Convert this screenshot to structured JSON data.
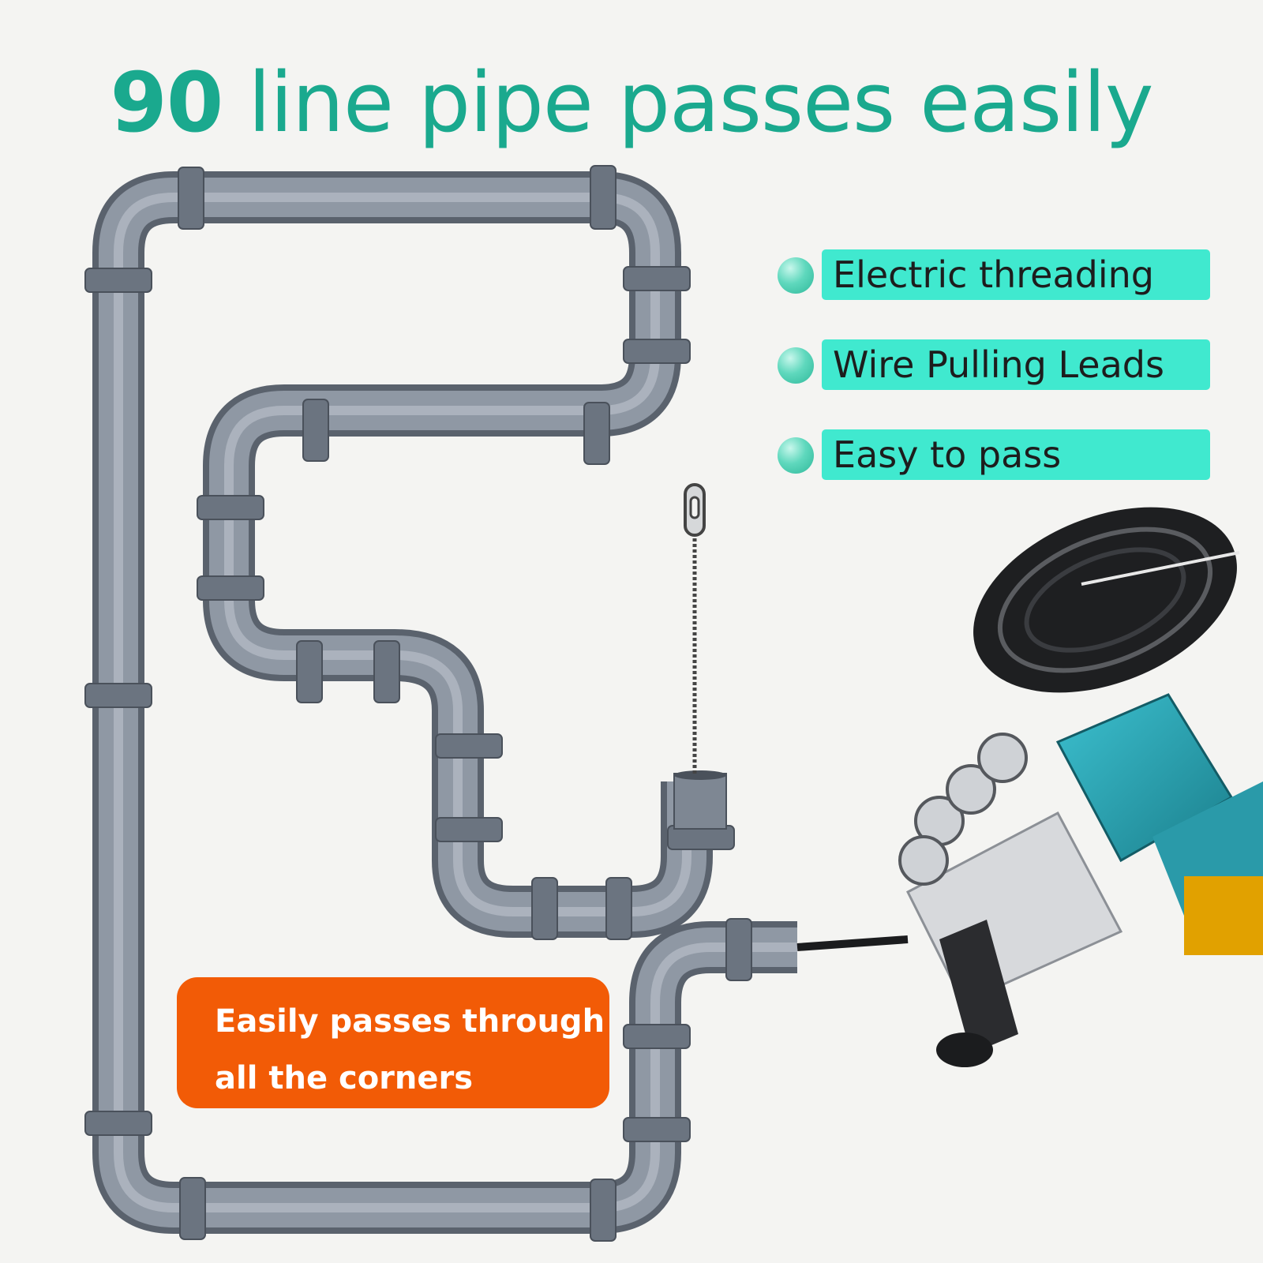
{
  "headline": {
    "number": "90",
    "text": " line pipe passes easily"
  },
  "features": [
    {
      "label": "Electric threading",
      "bullet_icon": "teal-sphere-bullet"
    },
    {
      "label": "Wire Pulling Leads",
      "bullet_icon": "teal-sphere-bullet"
    },
    {
      "label": "Easy to pass",
      "bullet_icon": "teal-sphere-bullet"
    }
  ],
  "callout": {
    "line1": "Easily passes through",
    "line2": "all the corners"
  },
  "colors": {
    "headline": "#1aa98e",
    "feature_pill": "#40e9cf",
    "callout_bg": "#f25b06",
    "pipe": "#7c8591",
    "tool_body": "#2aa5b5"
  }
}
